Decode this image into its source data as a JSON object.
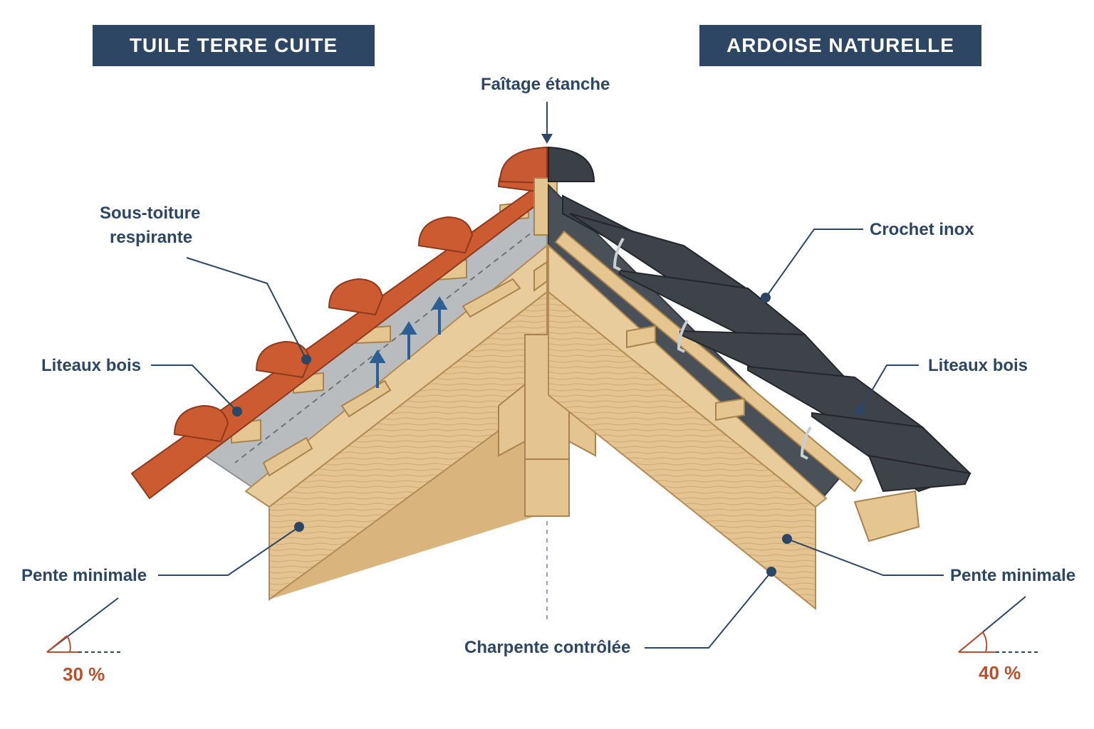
{
  "panels": {
    "left": {
      "title": "TUILE TERRE CUITE"
    },
    "right": {
      "title": "ARDOISE NATURELLE"
    }
  },
  "labels": {
    "ridge": "Faîtage étanche",
    "underlay_line1": "Sous-toiture",
    "underlay_line2": "respirante",
    "battens_left": "Liteaux bois",
    "slope_left": "Pente minimale",
    "slope_left_value": "30 %",
    "hook": "Crochet inox",
    "battens_right": "Liteaux bois",
    "slope_right": "Pente minimale",
    "slope_right_value": "40 %",
    "framework": "Charpente contrôlée"
  },
  "colors": {
    "navy": "#2c4664",
    "terracotta": "#c9572f",
    "slate": "#3d4349",
    "wood": "#e2c18d",
    "accent_red": "#b5512f"
  }
}
